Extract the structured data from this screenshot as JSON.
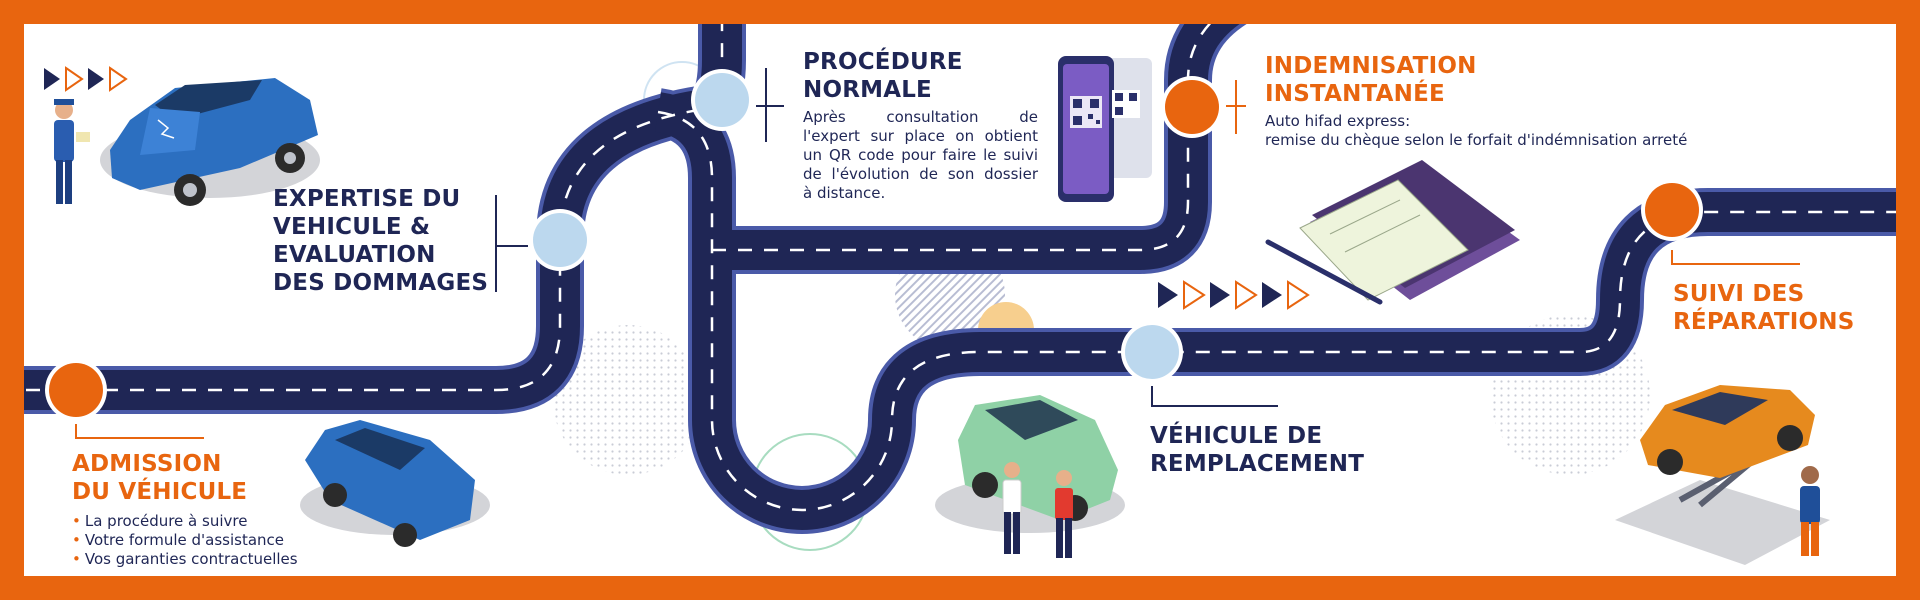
{
  "colors": {
    "frame": "#e8650f",
    "road": "#1f2655",
    "road_edge": "#4a5aa8",
    "dash": "#ffffff",
    "accent_orange": "#e8650f",
    "node_light_blue": "#bcd8ee",
    "title_navy": "#1f2655"
  },
  "steps": {
    "admission": {
      "title_lines": [
        "ADMISSION",
        "DU VÉHICULE"
      ],
      "bullets": [
        "La procédure à suivre",
        "Votre formule d'assistance",
        "Vos garanties contractuelles"
      ]
    },
    "expertise": {
      "title_lines": [
        "EXPERTISE DU",
        "VEHICULE &",
        "EVALUATION",
        "DES DOMMAGES"
      ]
    },
    "procedure": {
      "title_lines": [
        "PROCÉDURE",
        "NORMALE"
      ],
      "body_lines": [
        "Après consultation de",
        "l'expert sur place on obtient",
        "un QR code pour faire le suivi",
        "de l'évolution de son dossier",
        "à distance."
      ]
    },
    "indemnisation": {
      "title_lines": [
        "INDEMNISATION",
        "INSTANTANÉE"
      ],
      "body_lines": [
        "Auto hifad express:",
        "remise du chèque selon le forfait d'indémnisation arreté"
      ]
    },
    "remplacement": {
      "title_lines": [
        "VÉHICULE DE",
        "REMPLACEMENT"
      ]
    },
    "suivi": {
      "title_lines": [
        "SUIVI DES",
        "RÉPARATIONS"
      ]
    }
  }
}
